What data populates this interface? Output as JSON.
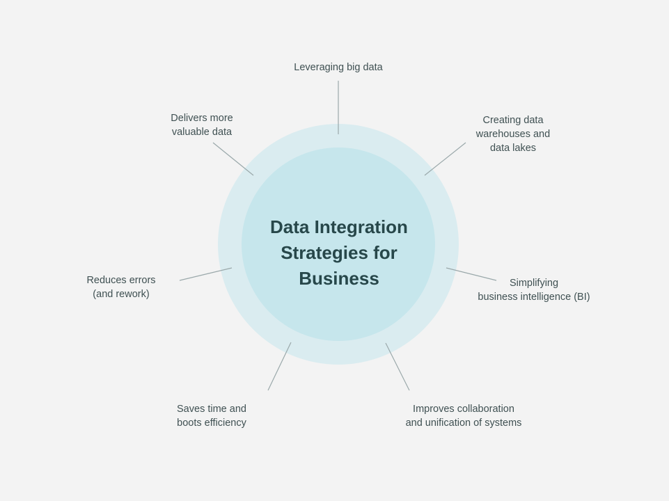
{
  "center": {
    "title_lines": [
      "Data Integration",
      "Strategies for",
      "Business"
    ]
  },
  "items": [
    {
      "lines": [
        "Leveraging big data"
      ]
    },
    {
      "lines": [
        "Creating data",
        "warehouses and",
        "data lakes"
      ]
    },
    {
      "lines": [
        "Simplifying",
        "business intelligence (BI)"
      ]
    },
    {
      "lines": [
        "Improves collaboration",
        "and unification of systems"
      ]
    },
    {
      "lines": [
        "Saves time and",
        "boots efficiency"
      ]
    },
    {
      "lines": [
        "Reduces errors",
        "(and rework)"
      ]
    },
    {
      "lines": [
        "Delivers more",
        "valuable data"
      ]
    }
  ],
  "colors": {
    "background": "#f3f3f3",
    "outer_ring": "#daecf0",
    "inner_circle": "#c6e6ec",
    "connector": "#9aa8aa",
    "title_text": "#27474a",
    "label_text": "#3f5052"
  }
}
